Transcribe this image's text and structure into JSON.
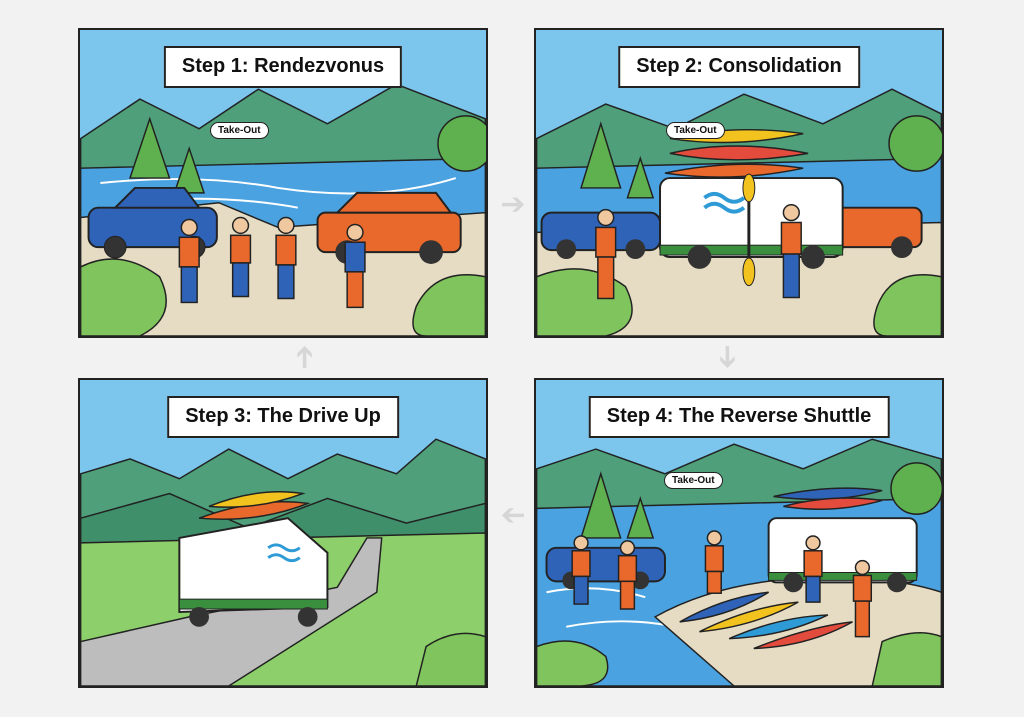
{
  "panels": [
    {
      "title": "Step 1: Rendezvonus",
      "bubble": "Take-Out"
    },
    {
      "title": "Step 2: Consolidation",
      "bubble": "Take-Out"
    },
    {
      "title": "Step 3: The Drive Up"
    },
    {
      "title": "Step 4: The Reverse Shuttle",
      "bubble": "Take-Out"
    }
  ],
  "colors": {
    "sky": "#7cc6ee",
    "mountain": "#4fa07a",
    "water": "#4aa3e0",
    "grass": "#8dd06b",
    "ground": "#e6dcc4",
    "van": "#ffffff",
    "car_blue": "#2e63b8",
    "car_orange": "#e8692b",
    "arrow": "#d6d6d6"
  },
  "arrows": [
    "arrow-right-icon",
    "arrow-down-icon",
    "arrow-left-icon",
    "arrow-up-icon"
  ]
}
